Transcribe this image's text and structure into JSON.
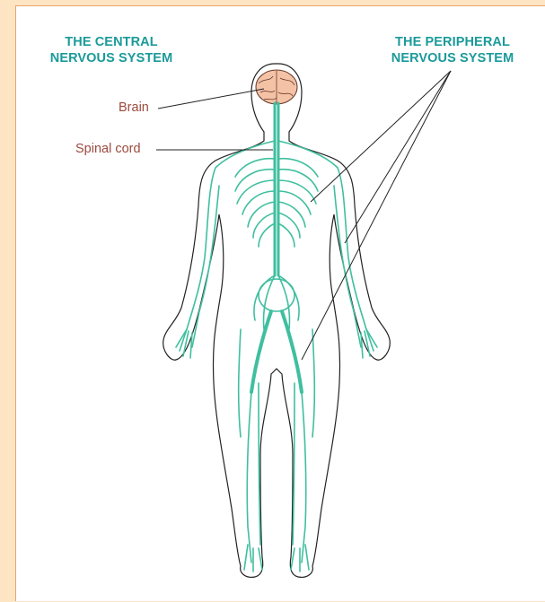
{
  "headings": {
    "central": [
      "THE CENTRAL",
      "NERVOUS SYSTEM"
    ],
    "peripheral": [
      "THE PERIPHERAL",
      "NERVOUS SYSTEM"
    ]
  },
  "labels": {
    "brain": "Brain",
    "spinal_cord": "Spinal cord"
  },
  "colors": {
    "background": "#fde5c4",
    "heading": "#1b9a9a",
    "label": "#9c4a3e",
    "nerve": "#3fbf9f",
    "brain": "#f4c3a6",
    "outline": "#222222"
  }
}
